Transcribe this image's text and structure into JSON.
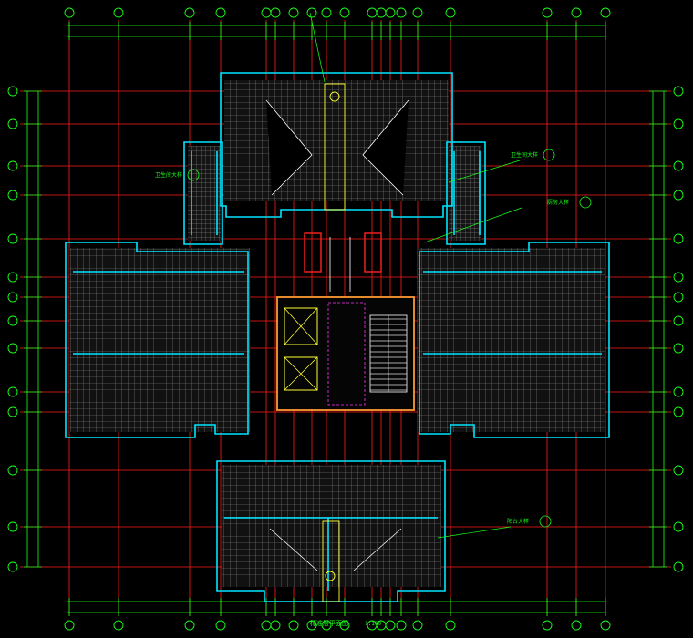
{
  "drawing": {
    "colors": {
      "background": "#000000",
      "axis_grid": "#ff1a1a",
      "dimension": "#1aff1a",
      "wall": "#00e5ff",
      "hatch": "#d8d8d8",
      "accent_yellow": "#ffff33",
      "accent_orange": "#ff9933",
      "accent_magenta": "#ff33ff",
      "elevator_red": "#ff2222"
    },
    "notes": [
      {
        "id": "n1",
        "text": "卫生间大样"
      },
      {
        "id": "n2",
        "text": "厨房大样"
      },
      {
        "id": "n3",
        "text": "卫生间大样"
      },
      {
        "id": "n4",
        "text": "阳台大样"
      }
    ],
    "title": "标准层平面图",
    "scale": "1:100"
  }
}
